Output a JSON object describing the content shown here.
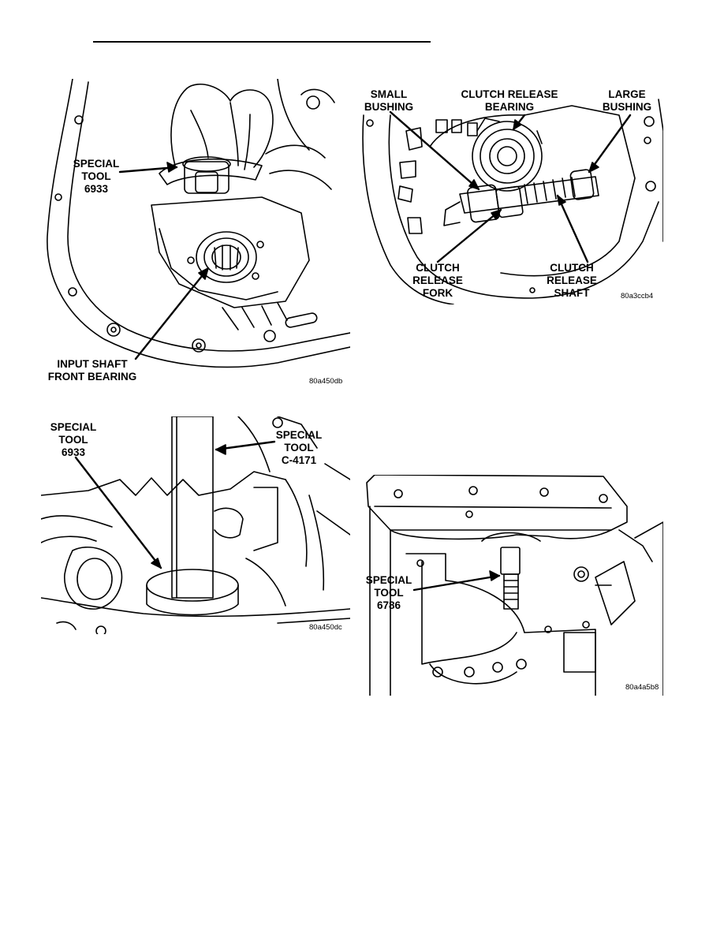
{
  "figures": [
    {
      "code": "80a450db",
      "labels": {
        "tool": "SPECIAL\nTOOL\n6933",
        "bearing": "INPUT SHAFT\nFRONT BEARING"
      }
    },
    {
      "code": "80a3ccb4",
      "labels": {
        "small_bushing": "SMALL\nBUSHING",
        "release_bearing": "CLUTCH RELEASE\nBEARING",
        "large_bushing": "LARGE\nBUSHING",
        "release_fork": "CLUTCH\nRELEASE\nFORK",
        "release_shaft": "CLUTCH\nRELEASE\nSHAFT"
      }
    },
    {
      "code": "80a450dc",
      "labels": {
        "tool_6933": "SPECIAL\nTOOL\n6933",
        "tool_c4171": "SPECIAL\nTOOL\nC-4171"
      }
    },
    {
      "code": "80a4a5b8",
      "labels": {
        "tool_6786": "SPECIAL\nTOOL\n6786"
      }
    }
  ]
}
